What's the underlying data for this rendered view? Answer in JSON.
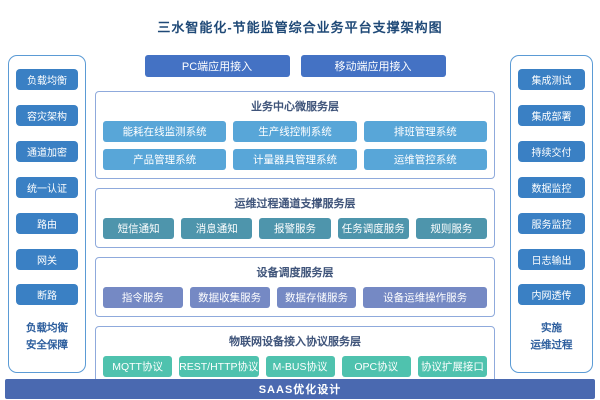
{
  "title": "三水智能化-节能监管综合业务平台支撑架构图",
  "colors": {
    "title": "#1f4977",
    "panel_border": "#5b9bd5",
    "section_border": "#8faadc",
    "side_button": "#3a80c4",
    "access_button": "#4472c4",
    "section_title_text": "#3f547a",
    "business_button": "#58a6d8",
    "channel_button": "#4e95ac",
    "device_button": "#7589c4",
    "protocol_button": "#4fc2ae",
    "footer_bar": "#4a69b0",
    "side_label_text": "#2e5f9e"
  },
  "left_panel": {
    "items": [
      "负载均衡",
      "容灾架构",
      "通道加密",
      "统一认证",
      "路由",
      "网关",
      "断路"
    ],
    "footer_label": [
      "负载均衡",
      "安全保障"
    ]
  },
  "right_panel": {
    "items": [
      "集成测试",
      "集成部署",
      "持续交付",
      "数据监控",
      "服务监控",
      "日志输出",
      "内网透传"
    ],
    "footer_label": [
      "实施",
      "运维过程"
    ]
  },
  "access_layer": {
    "buttons": [
      "PC端应用接入",
      "移动端应用接入"
    ]
  },
  "sections": [
    {
      "title": "业务中心微服务层",
      "rows": [
        [
          "能耗在线监测系统",
          "生产线控制系统",
          "排班管理系统"
        ],
        [
          "产品管理系统",
          "计量器具管理系统",
          "运维管控系统"
        ]
      ]
    },
    {
      "title": "运维过程通道支撑服务层",
      "rows": [
        [
          "短信通知",
          "消息通知",
          "报警服务",
          "任务调度服务",
          "规则服务"
        ]
      ]
    },
    {
      "title": "设备调度服务层",
      "rows": [
        [
          "指令服务",
          "数据收集服务",
          "数据存储服务",
          "设备运维操作服务"
        ]
      ]
    },
    {
      "title": "物联网设备接入协议服务层",
      "rows": [
        [
          "MQTT协议",
          "REST/HTTP协议",
          "M-BUS协议",
          "OPC协议",
          "协议扩展接口"
        ]
      ]
    }
  ],
  "footer_bar": "SAAS优化设计"
}
